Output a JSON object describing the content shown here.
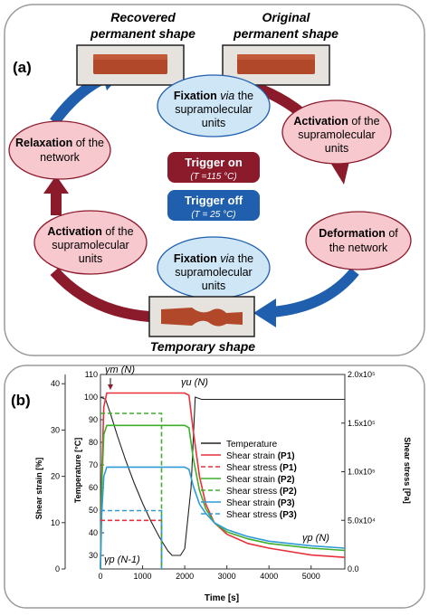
{
  "panel_a": {
    "label": "(a)",
    "recovered_title_1": "Recovered",
    "recovered_title_2": "permanent shape",
    "original_title_1": "Original",
    "original_title_2": "permanent shape",
    "temporary_title": "Temporary shape",
    "fixation_top_1": "Fixation",
    "fixation_top_2": " via",
    "fixation_top_3": " the",
    "fixation_top_4": "supramolecular",
    "fixation_top_5": "units",
    "activation_right_1": "Activation",
    "activation_right_2": " of the",
    "activation_right_3": "supramolecular",
    "activation_right_4": "units",
    "deformation_1": "Deformation",
    "deformation_2": " of",
    "deformation_3": "the network",
    "fixation_bottom_1": "Fixation",
    "fixation_bottom_2": " via",
    "fixation_bottom_3": " the",
    "fixation_bottom_4": "supramolecular",
    "fixation_bottom_5": "units",
    "activation_left_1": "Activation",
    "activation_left_2": " of the",
    "activation_left_3": "supramolecular",
    "activation_left_4": "units",
    "relaxation_1": "Relaxation",
    "relaxation_2": " of the",
    "relaxation_3": "network",
    "trigger_on": "Trigger on",
    "trigger_on_temp": "(T =115 °C)",
    "trigger_off": "Trigger off",
    "trigger_off_temp": "(T = 25 °C)"
  },
  "panel_b": {
    "label": "(b)",
    "gamma_m": "γm (N)",
    "gamma_u": "γu (N)",
    "gamma_p_start": "γp (N-1)",
    "gamma_p_end": "γp (N)"
  },
  "colors": {
    "dark_red": "#8b1a2b",
    "blue": "#1f5fad",
    "pink": "#f7c9cf",
    "light_blue": "#cfe6f7",
    "temperature": "#222222",
    "p1": "#e8313b",
    "p2": "#3fae2a",
    "p3": "#2e9bd6"
  },
  "chart_data": {
    "type": "line",
    "xlabel": "Time [s]",
    "ylabel_left": "Shear strain [%]",
    "ylabel_temp": "Temperature [°C]",
    "ylabel_right": "Shear stress [Pa]",
    "xlim": [
      0,
      5800
    ],
    "strain_lim": [
      0,
      42
    ],
    "temp_lim": [
      24,
      110
    ],
    "stress_lim": [
      0,
      200000
    ],
    "x_ticks": [
      "0",
      "1000",
      "2000",
      "3000",
      "4000",
      "5000"
    ],
    "strain_ticks": [
      "0",
      "10",
      "20",
      "30",
      "40"
    ],
    "temp_ticks": [
      "30",
      "40",
      "50",
      "60",
      "70",
      "80",
      "90",
      "100",
      "110"
    ],
    "stress_ticks": [
      "0.0",
      "5.0x10⁴",
      "1.0x10⁵",
      "1.5x10⁵",
      "2.0x10⁵"
    ],
    "legend": [
      {
        "name": "Temperature",
        "label": "Temperature",
        "tag": "",
        "color": "#222222",
        "dash": false
      },
      {
        "name": "Shear strain (P1)",
        "label": "Shear strain ",
        "tag": "(P1)",
        "color": "#e8313b",
        "dash": false
      },
      {
        "name": "Shear stress (P1)",
        "label": "Shear stress ",
        "tag": "(P1)",
        "color": "#e8313b",
        "dash": true
      },
      {
        "name": "Shear strain (P2)",
        "label": "Shear strain ",
        "tag": "(P2)",
        "color": "#3fae2a",
        "dash": false
      },
      {
        "name": "Shear stress (P2)",
        "label": "Shear stress ",
        "tag": "(P2)",
        "color": "#3fae2a",
        "dash": true
      },
      {
        "name": "Shear strain (P3)",
        "label": "Shear strain ",
        "tag": "(P3)",
        "color": "#2e9bd6",
        "dash": false
      },
      {
        "name": "Shear stress (P3)",
        "label": "Shear stress ",
        "tag": "(P3)",
        "color": "#2e9bd6",
        "dash": true
      }
    ],
    "series": [
      {
        "key": "temperature",
        "axis": "temp",
        "color": "#222222",
        "dash": false,
        "points": [
          [
            0,
            100
          ],
          [
            120,
            99
          ],
          [
            250,
            92
          ],
          [
            400,
            83
          ],
          [
            600,
            72
          ],
          [
            800,
            62
          ],
          [
            1000,
            53
          ],
          [
            1200,
            45
          ],
          [
            1400,
            38
          ],
          [
            1600,
            32
          ],
          [
            1700,
            30
          ],
          [
            1800,
            30
          ],
          [
            1900,
            30
          ],
          [
            2000,
            33
          ],
          [
            2150,
            60
          ],
          [
            2250,
            100
          ],
          [
            2400,
            99
          ],
          [
            3000,
            99
          ],
          [
            4000,
            99
          ],
          [
            5000,
            99
          ],
          [
            5800,
            99
          ]
        ]
      },
      {
        "key": "strain_p1",
        "axis": "strain",
        "color": "#e8313b",
        "dash": false,
        "points": [
          [
            0,
            0
          ],
          [
            30,
            20
          ],
          [
            80,
            35
          ],
          [
            150,
            38
          ],
          [
            250,
            38
          ],
          [
            1000,
            38
          ],
          [
            2000,
            38
          ],
          [
            2100,
            37.5
          ],
          [
            2200,
            30
          ],
          [
            2350,
            20
          ],
          [
            2500,
            14
          ],
          [
            2700,
            10
          ],
          [
            3000,
            7.5
          ],
          [
            3500,
            5.5
          ],
          [
            4000,
            4.5
          ],
          [
            5000,
            3
          ],
          [
            5800,
            2.5
          ]
        ]
      },
      {
        "key": "strain_p2",
        "axis": "strain",
        "color": "#3fae2a",
        "dash": false,
        "points": [
          [
            0,
            0
          ],
          [
            30,
            18
          ],
          [
            80,
            29
          ],
          [
            150,
            31
          ],
          [
            250,
            31
          ],
          [
            1000,
            31
          ],
          [
            2000,
            31
          ],
          [
            2100,
            30.5
          ],
          [
            2200,
            24
          ],
          [
            2350,
            17
          ],
          [
            2500,
            13
          ],
          [
            2700,
            10
          ],
          [
            3000,
            8
          ],
          [
            3500,
            6.5
          ],
          [
            4000,
            5.5
          ],
          [
            5000,
            4.5
          ],
          [
            5800,
            4
          ]
        ]
      },
      {
        "key": "strain_p3",
        "axis": "strain",
        "color": "#2e9bd6",
        "dash": false,
        "points": [
          [
            0,
            0
          ],
          [
            30,
            12
          ],
          [
            80,
            20
          ],
          [
            150,
            22
          ],
          [
            250,
            22
          ],
          [
            1000,
            22
          ],
          [
            2000,
            22
          ],
          [
            2100,
            21.5
          ],
          [
            2200,
            18
          ],
          [
            2350,
            14
          ],
          [
            2500,
            12
          ],
          [
            2700,
            10
          ],
          [
            3000,
            8.5
          ],
          [
            3500,
            7
          ],
          [
            4000,
            6
          ],
          [
            5000,
            5
          ],
          [
            5800,
            4.5
          ]
        ]
      },
      {
        "key": "stress_p1",
        "axis": "stress",
        "color": "#e8313b",
        "dash": true,
        "points": [
          [
            0,
            50000
          ],
          [
            1450,
            50000
          ],
          [
            1450,
            0
          ]
        ]
      },
      {
        "key": "stress_p2",
        "axis": "stress",
        "color": "#3fae2a",
        "dash": true,
        "points": [
          [
            0,
            160000
          ],
          [
            1450,
            160000
          ],
          [
            1450,
            0
          ]
        ]
      },
      {
        "key": "stress_p3",
        "axis": "stress",
        "color": "#2e9bd6",
        "dash": true,
        "points": [
          [
            0,
            60000
          ],
          [
            1450,
            60000
          ],
          [
            1450,
            0
          ]
        ]
      }
    ]
  }
}
